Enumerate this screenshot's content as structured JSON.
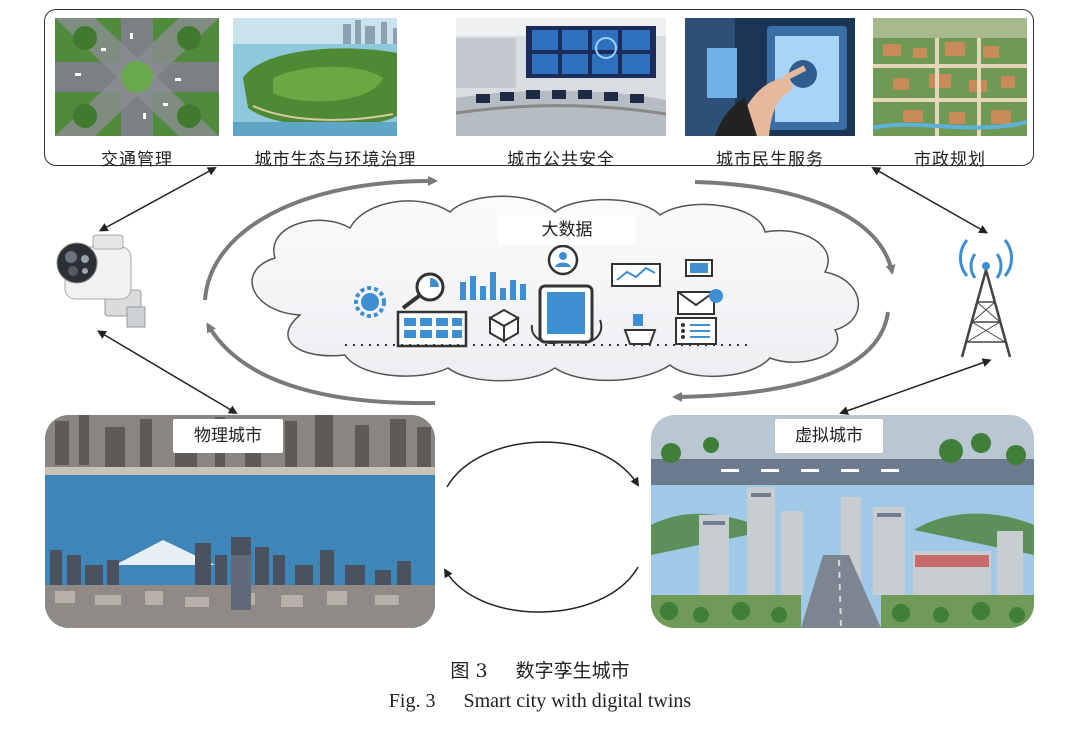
{
  "applications": [
    {
      "label": "交通管理",
      "icon": "traffic-intersection"
    },
    {
      "label": "城市生态与环境治理",
      "icon": "eco-island"
    },
    {
      "label": "城市公共安全",
      "icon": "control-room"
    },
    {
      "label": "城市民生服务",
      "icon": "touchscreen-service"
    },
    {
      "label": "市政规划",
      "icon": "urban-aerial-plan"
    }
  ],
  "center": {
    "label": "大数据"
  },
  "physical_city": {
    "label": "物理城市"
  },
  "virtual_city": {
    "label": "虚拟城市"
  },
  "devices": {
    "camera": "surveillance-camera-icon",
    "tower": "signal-tower-icon"
  },
  "caption": {
    "cn_fig": "图 3",
    "cn_title": "数字孪生城市",
    "en_fig": "Fig. 3",
    "en_title": "Smart city with digital twins"
  },
  "colors": {
    "flow_arrow": "#7a7a7a",
    "connector": "#222222",
    "cloud_fill": "#f4f5f7",
    "icon_blue": "#3d8fd1"
  }
}
